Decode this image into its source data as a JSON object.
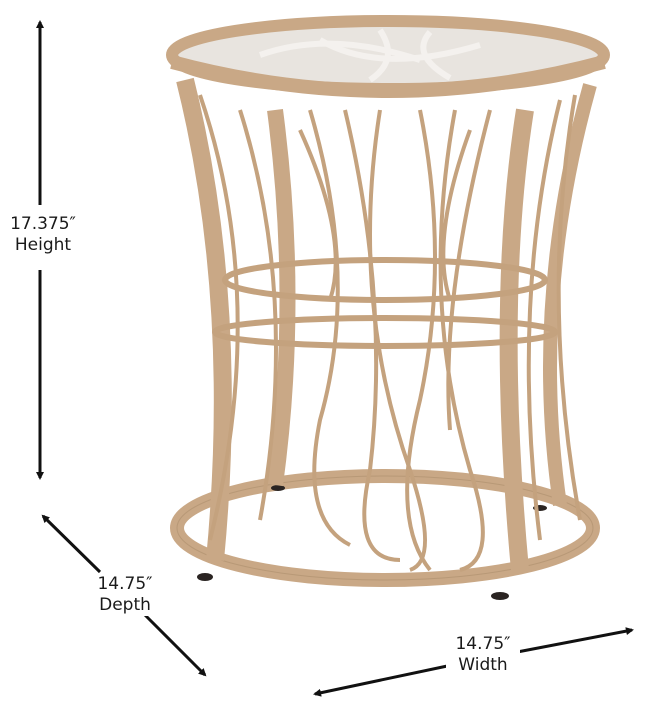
{
  "product": {
    "name": "Rattan wicker side table with round glass top",
    "colors": {
      "rattan": "#c9a886",
      "rattan_dark": "#a88a68",
      "glass": "#e8e4df",
      "feet": "#2a2422",
      "arrow": "#111111",
      "text": "#1a1a1a"
    }
  },
  "dimensions": {
    "height": {
      "value": "17.375″",
      "label": "Height"
    },
    "depth": {
      "value": "14.75″",
      "label": "Depth"
    },
    "width": {
      "value": "14.75″",
      "label": "Width"
    }
  }
}
